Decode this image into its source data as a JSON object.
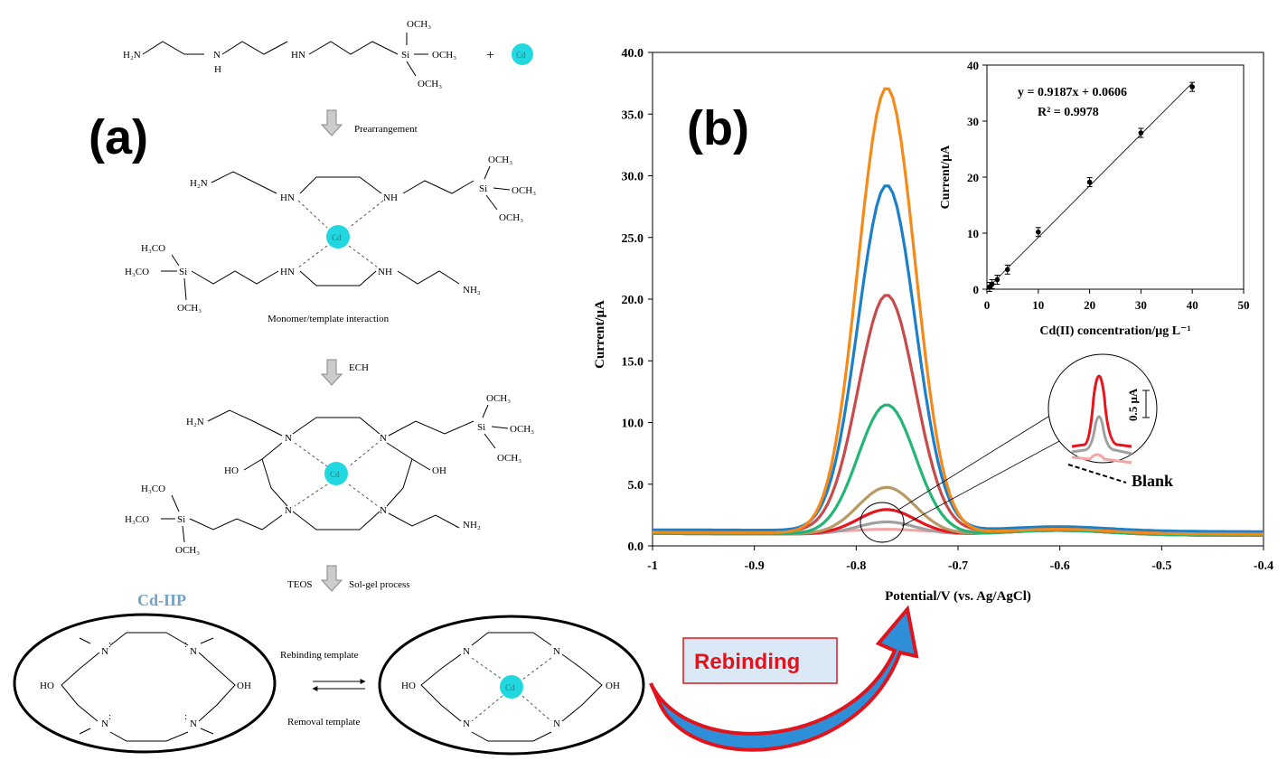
{
  "panel_a": {
    "label": "(a)",
    "top": {
      "h2n": "H₂N",
      "nh_low": "N",
      "h": "H",
      "hn": "HN",
      "si": "Si",
      "och3_top": "OCH₃",
      "och3_right": "OCH₃",
      "och3_bottom": "OCH₃",
      "plus": "+",
      "cd": "Cd"
    },
    "step1": "Prearrangement",
    "complex1": {
      "h2n": "H₂N",
      "hn_l": "HN",
      "nh_r": "NH",
      "si_r": "Si",
      "och3_1": "OCH₃",
      "och3_2": "OCH₃",
      "och3_3": "OCH₃",
      "cd": "Cd",
      "h3co_1": "H₃CO",
      "h3co_2": "H₃CO",
      "si_l": "Si",
      "och3_4": "OCH₃",
      "hn_l2": "HN",
      "nh_r2": "NH",
      "nh2": "NH₂"
    },
    "caption1": "Monomer/template interaction",
    "step2": "ECH",
    "complex2": {
      "h2n": "H₂N",
      "n1": "N",
      "n2": "N",
      "si_r": "Si",
      "och3_1": "OCH₃",
      "och3_2": "OCH₃",
      "och3_3": "OCH₃",
      "ho": "HO",
      "oh": "OH",
      "cd": "Cd",
      "h3co_1": "H₃CO",
      "h3co_2": "H₃CO",
      "si_l": "Si",
      "och3_4": "OCH₃",
      "n3": "N",
      "n4": "N",
      "nh2": "NH₂"
    },
    "step3_left": "TEOS",
    "step3_right": "Sol-gel process",
    "iip_label": "Cd-IIP",
    "left_oval": {
      "n": "N",
      "ho": "HO",
      "oh": "OH",
      "colon": ":"
    },
    "rebinding_template": "Rebinding template",
    "removal_template": "Removal template",
    "right_oval": {
      "n": "N",
      "ho": "HO",
      "oh": "OH",
      "cd": "Cd"
    }
  },
  "rebinding_label": "Rebinding",
  "colors": {
    "cd": "#22d8e0",
    "cd_text": "#1b7f86",
    "iip": "#6fa3c7",
    "arrow_red": "#e0141c",
    "arrow_blue": "#2e8fd8",
    "rebind_box": "#dbe8f6"
  },
  "panel_b": {
    "label": "(b)",
    "inset_zoom": {
      "scale": "0.5 μA",
      "blank": "Blank"
    }
  },
  "chart_data": [
    {
      "type": "line",
      "xlabel": "Potential/V (vs. Ag/AgCl)",
      "ylabel": "Current/μA",
      "xlim": [
        -1.0,
        -0.4
      ],
      "ylim": [
        0.0,
        40.0
      ],
      "xticks": [
        "-1",
        "-0.9",
        "-0.8",
        "-0.7",
        "-0.6",
        "-0.5",
        "-0.4"
      ],
      "yticks": [
        "0.0",
        "5.0",
        "10.0",
        "15.0",
        "20.0",
        "25.0",
        "30.0",
        "35.0",
        "40.0"
      ],
      "peak_potential": -0.77,
      "series": [
        {
          "color": "#f2a5a5",
          "baseline": 1.2,
          "peak": 1.4
        },
        {
          "color": "#a0a0a0",
          "baseline": 1.0,
          "peak": 2.0
        },
        {
          "color": "#e8141c",
          "baseline": 1.0,
          "peak": 3.0
        },
        {
          "color": "#b89a66",
          "baseline": 1.0,
          "peak": 4.8
        },
        {
          "color": "#23b573",
          "baseline": 1.0,
          "peak": 11.5
        },
        {
          "color": "#c84a4a",
          "baseline": 1.2,
          "peak": 20.4
        },
        {
          "color": "#1c7fc9",
          "baseline": 1.3,
          "peak": 29.3
        },
        {
          "color": "#f48a1a",
          "baseline": 1.1,
          "peak": 37.2
        }
      ]
    },
    {
      "type": "scatter",
      "xlabel": "Cd(II) concentration/μg L⁻¹",
      "ylabel": "Current/μA",
      "xlim": [
        0,
        50
      ],
      "ylim": [
        0,
        40
      ],
      "xticks": [
        "0",
        "10",
        "20",
        "30",
        "40",
        "50"
      ],
      "yticks": [
        "0",
        "10",
        "20",
        "30",
        "40"
      ],
      "x": [
        0.5,
        1,
        2,
        4,
        10,
        20,
        30,
        40
      ],
      "y": [
        0.4,
        0.9,
        1.7,
        3.5,
        10.2,
        19.1,
        27.9,
        36.1
      ],
      "fit": {
        "slope": 0.9187,
        "intercept": 0.0606
      },
      "equation": "y = 0.9187x + 0.0606",
      "r2": "R² = 0.9978"
    }
  ]
}
